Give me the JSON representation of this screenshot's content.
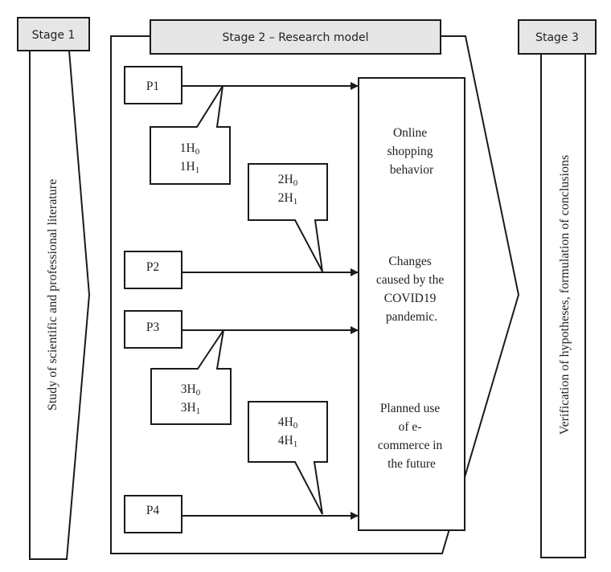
{
  "stages": {
    "stage1": {
      "title": "Stage 1",
      "description": "Study of scientific and professional literature"
    },
    "stage2": {
      "title": "Stage 2 – Research model"
    },
    "stage3": {
      "title": "Stage 3",
      "description": "Verification of hypotheses, formulation of conclusions"
    }
  },
  "predictors": [
    {
      "label": "P1"
    },
    {
      "label": "P2"
    },
    {
      "label": "P3"
    },
    {
      "label": "P4"
    }
  ],
  "hypotheses": [
    {
      "h0_prefix": "1H",
      "h0_sub": "0",
      "h1_prefix": "1H",
      "h1_sub": "1"
    },
    {
      "h0_prefix": "2H",
      "h0_sub": "0",
      "h1_prefix": "2H",
      "h1_sub": "1"
    },
    {
      "h0_prefix": "3H",
      "h0_sub": "0",
      "h1_prefix": "3H",
      "h1_sub": "1"
    },
    {
      "h0_prefix": "4H",
      "h0_sub": "0",
      "h1_prefix": "4H",
      "h1_sub": "1"
    }
  ],
  "outcomes": [
    {
      "lines": [
        "Online",
        "shopping",
        "behavior"
      ]
    },
    {
      "lines": [
        "Changes",
        "caused by the",
        "COVID19",
        "pandemic."
      ]
    },
    {
      "lines": [
        "Planned use",
        "of e-",
        "commerce in",
        "the future"
      ]
    }
  ],
  "colors": {
    "header_fill": "#e6e6e6",
    "stroke": "#1a1a1a"
  }
}
